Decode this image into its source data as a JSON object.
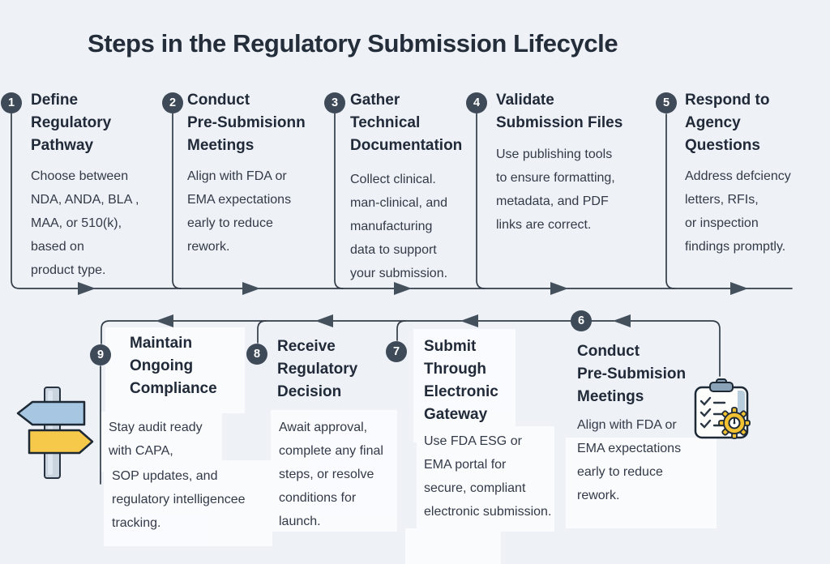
{
  "title": "Steps in the Regulatory Submission Lifecycle",
  "steps": [
    {
      "number": "1",
      "heading": "Define\nRegulatory\nPathway",
      "body": "Choose between\nNDA, ANDA, BLA ,\nMAA, or 510(k),\nbased on\nproduct type."
    },
    {
      "number": "2",
      "heading": "Conduct\nPre-Submisionn\nMeetings",
      "body": "Align with FDA or\nEMA expectations\nearly to reduce\nrework."
    },
    {
      "number": "3",
      "heading": "Gather\nTechnical\nDocumentation",
      "body": "Collect clinical.\nman-clinical, and\nmanufacturing\ndata to support\nyour submission."
    },
    {
      "number": "4",
      "heading": "Validate\nSubmission Files",
      "body": "Use publishing tools\nto ensure formatting,\nmetadata, and PDF\nlinks are correct."
    },
    {
      "number": "5",
      "heading": "Respond to\nAgency\nQuestions",
      "body": "Address defciency\nletters, RFIs,\nor inspection\nfindings promptly."
    },
    {
      "number": "6",
      "heading": "Conduct\nPre-Submision\nMeetings",
      "body": "Align with FDA or\nEMA expectations\nearly to reduce\nrework."
    },
    {
      "number": "7",
      "heading": "Submit\nThrough\nElectronic\nGateway",
      "body": "Use FDA ESG or\nEMA portal for\nsecure, compliant\nelectronic submission."
    },
    {
      "number": "8",
      "heading": "Receive\nRegulatory\nDecision",
      "body": "Await approval,\ncomplete any final\nsteps, or resolve\nconditions for\nlaunch."
    },
    {
      "number": "9",
      "heading": "Maintain\nOngoing\nCompliance",
      "body": "Stay audit ready\nwith CAPA,",
      "body2": "SOP updates, and\nregulatory intelligencee\ntracking."
    }
  ],
  "icons": {
    "signpost": "signpost-icon",
    "clipboard": "clipboard-gear-icon"
  },
  "colors": {
    "background": "#eef1f6",
    "circle": "#3f4a59",
    "line": "#333d48",
    "arrow": "#44505c",
    "heading_text": "#212a38",
    "body_text": "#333a47",
    "sign_blue": "#a7c6e2",
    "sign_yellow": "#f6c94a",
    "gear_yellow": "#f2c232",
    "clip_blue": "#8ba3b8"
  }
}
